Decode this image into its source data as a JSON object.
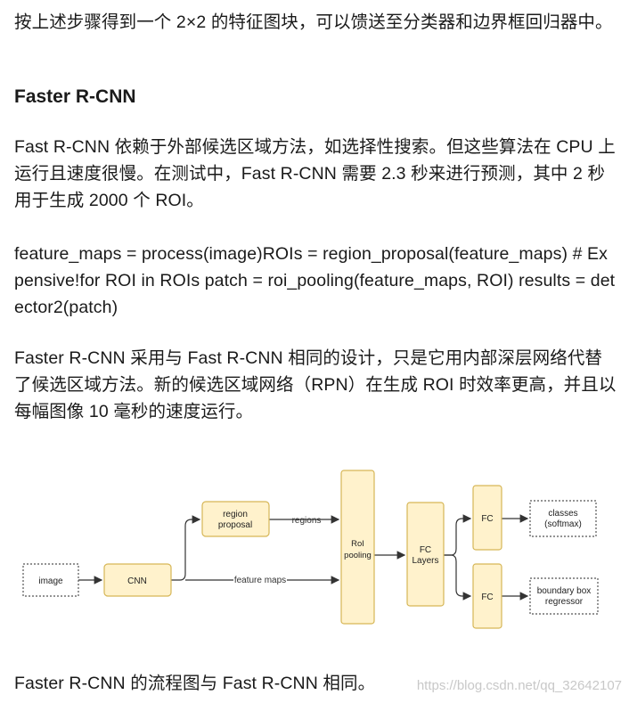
{
  "article": {
    "intro_paragraph": "按上述步骤得到一个 2×2 的特征图块，可以馈送至分类器和边界框回归器中。",
    "section_heading": "Faster R-CNN",
    "fast_rcnn_paragraph": "Fast R-CNN 依赖于外部候选区域方法，如选择性搜索。但这些算法在 CPU 上运行且速度很慢。在测试中，Fast R-CNN 需要 2.3 秒来进行预测，其中 2 秒用于生成 2000 个 ROI。",
    "code_paragraph": "feature_maps = process(image)ROIs = region_proposal(feature_maps) # Expensive!for ROI in ROIs patch = roi_pooling(feature_maps, ROI) results = detector2(patch)",
    "faster_rcnn_paragraph": "Faster R-CNN 采用与 Fast R-CNN 相同的设计，只是它用内部深层网络代替了候选区域方法。新的候选区域网络（RPN）在生成 ROI 时效率更高，并且以每幅图像 10 毫秒的速度运行。",
    "closing_paragraph": "Faster R-CNN 的流程图与 Fast R-CNN 相同。"
  },
  "diagram": {
    "nodes": {
      "image": "image",
      "cnn": "CNN",
      "region_proposal_line1": "region",
      "region_proposal_line2": "proposal",
      "roi_pooling_line1": "RoI",
      "roi_pooling_line2": "pooling",
      "fc_layers_line1": "FC",
      "fc_layers_line2": "Layers",
      "fc_top": "FC",
      "fc_bottom": "FC",
      "classes_line1": "classes",
      "classes_line2": "(softmax)",
      "bbox_line1": "boundary box",
      "bbox_line2": "regressor"
    },
    "edges": {
      "regions": "regions",
      "feature_maps": "feature maps"
    },
    "colors": {
      "node_fill": "#fff2cc",
      "node_stroke": "#d6b656",
      "io_stroke": "#555555",
      "arrow": "#333333"
    }
  },
  "watermark": "https://blog.csdn.net/qq_32642107"
}
